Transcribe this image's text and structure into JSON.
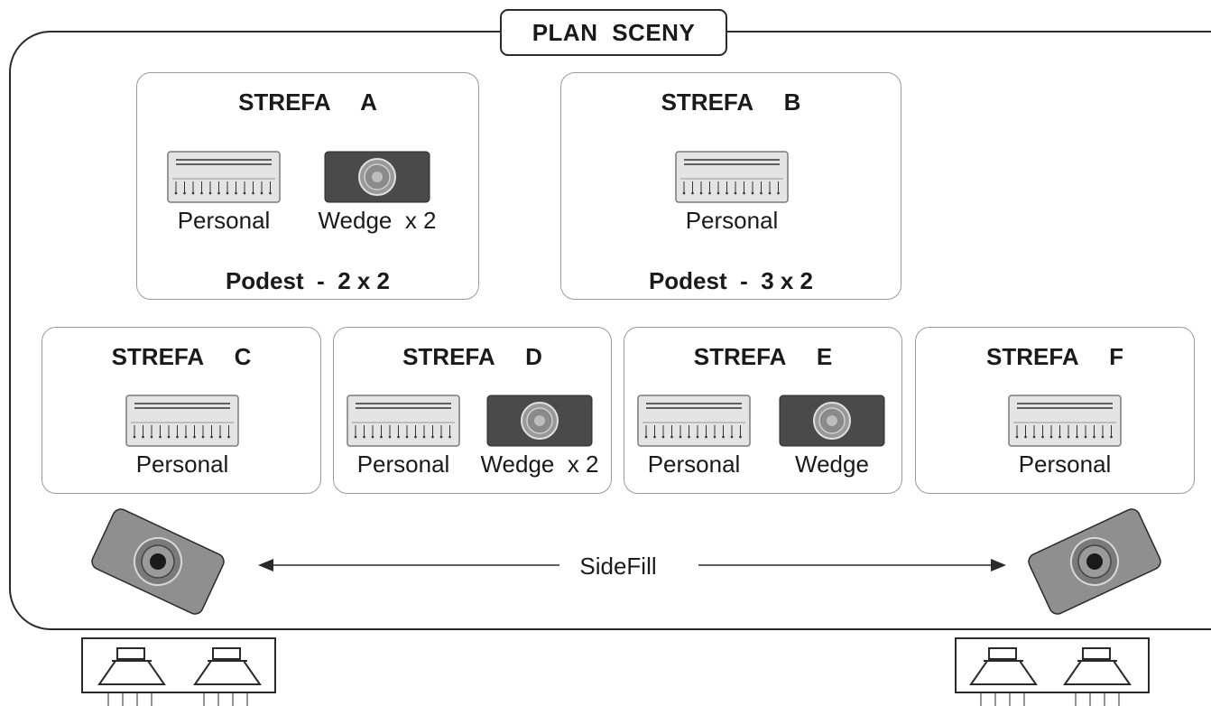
{
  "title": "PLAN SCENY",
  "zones": {
    "a": {
      "title": "STREFA  A",
      "podest": "Podest  -  2 x 2",
      "dev1": "Personal",
      "dev2": "Wedge  x 2"
    },
    "b": {
      "title": "STREFA  B",
      "podest": "Podest  -  3 x 2",
      "dev1": "Personal"
    },
    "c": {
      "title": "STREFA  C",
      "dev1": "Personal"
    },
    "d": {
      "title": "STREFA  D",
      "dev1": "Personal",
      "dev2": "Wedge  x 2"
    },
    "e": {
      "title": "STREFA  E",
      "dev1": "Personal",
      "dev2": "Wedge"
    },
    "f": {
      "title": "STREFA  F",
      "dev1": "Personal"
    }
  },
  "sidefill": {
    "label": "SideFill"
  },
  "icons": {
    "personal": "personal-monitor-icon",
    "wedge": "wedge-monitor-icon",
    "sidefill": "sidefill-speaker-icon",
    "pa": "pa-speaker-icon"
  },
  "colors": {
    "personal_fill": "#e4e4e4",
    "wedge_fill": "#4a4a4a",
    "sidefill_fill": "#8f8f8f",
    "line": "#2a2a2a"
  }
}
